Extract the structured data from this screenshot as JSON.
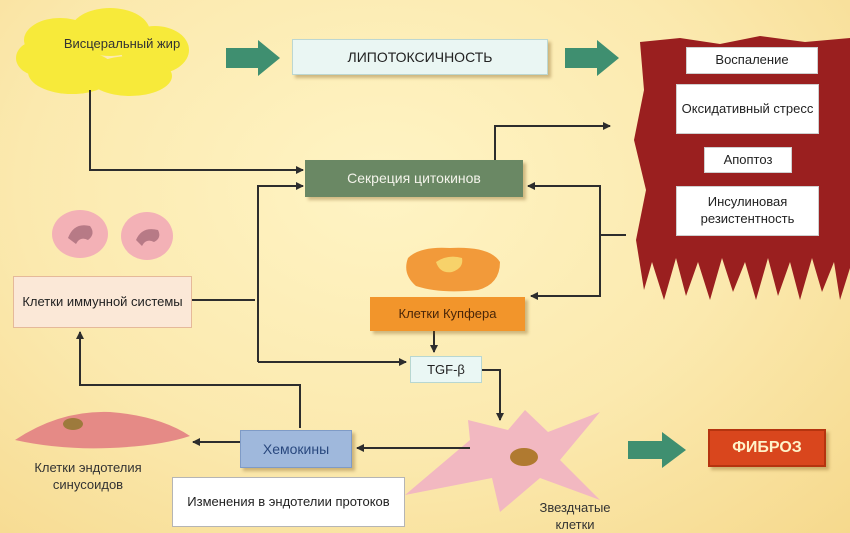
{
  "source": {
    "visceral_fat": "Висцеральный жир"
  },
  "nodes": {
    "lipotoxicity": "ЛИПОТОКСИЧНОСТЬ",
    "cytokine_secretion": "Секреция цитокинов",
    "immune_cells": "Клетки иммунной системы",
    "kupffer_cells": "Клетки Купфера",
    "tgf": "TGF-β",
    "chemokines": "Хемокины",
    "duct_endothelium": "Изменения в эндотелии протоков",
    "fibrosis": "ФИБРОЗ"
  },
  "tissue_effects": [
    "Воспаление",
    "Оксидативный стресс",
    "Апоптоз",
    "Инсулиновая резистентность"
  ],
  "labels": {
    "sinusoid_endothelium": "Клетки эндотелия синусоидов",
    "stellate_cells": "Звездчатые клетки"
  },
  "colors": {
    "background": "#fbe7a6",
    "fat_cloud": "#f7ea3a",
    "tissue": "#9a1f1f",
    "arrow_green": "#3f8f70",
    "connector": "#2d2d2d",
    "fibrosis": "#d9461d"
  }
}
